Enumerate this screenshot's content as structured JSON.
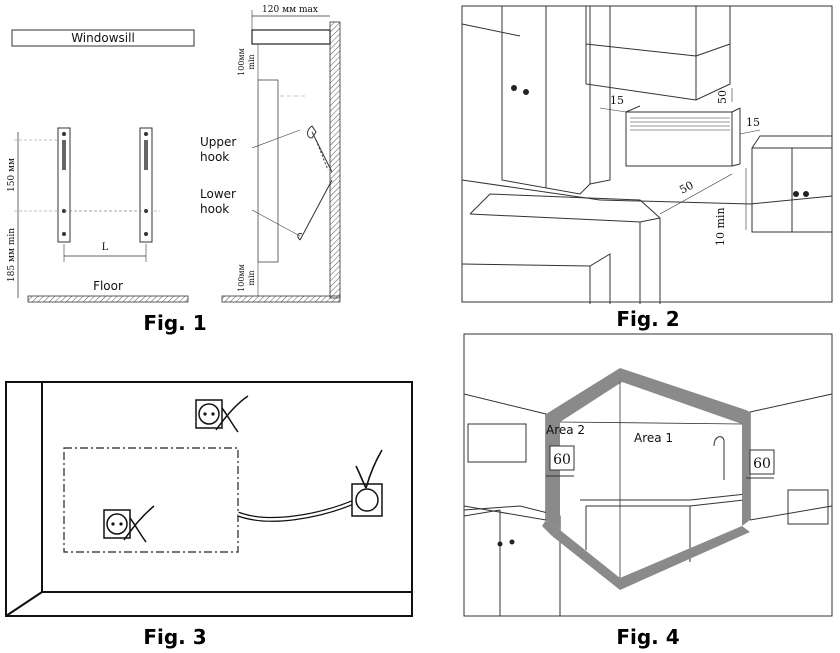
{
  "fig1": {
    "caption": "Fig. 1",
    "windowsill": "Windowsill",
    "floor": "Floor",
    "upper_hook": [
      "Upper",
      "hook"
    ],
    "lower_hook": [
      "Lower",
      "hook"
    ],
    "dim_top": "120 мм max",
    "dim_100_top": [
      "100мм",
      "min"
    ],
    "dim_100_bot": [
      "100мм",
      "min"
    ],
    "dim_150": "150 мм",
    "dim_185": "185 мм min",
    "dim_L": "L"
  },
  "fig2": {
    "caption": "Fig. 2",
    "dims": {
      "d15_left": "15",
      "d50_top": "50",
      "d15_right": "15",
      "d50_front": "50",
      "d10": "10 min"
    }
  },
  "fig3": {
    "caption": "Fig. 3"
  },
  "fig4": {
    "caption": "Fig. 4",
    "area1": "Area 1",
    "area2": "Area 2",
    "dim_left": "60",
    "dim_right": "60"
  }
}
